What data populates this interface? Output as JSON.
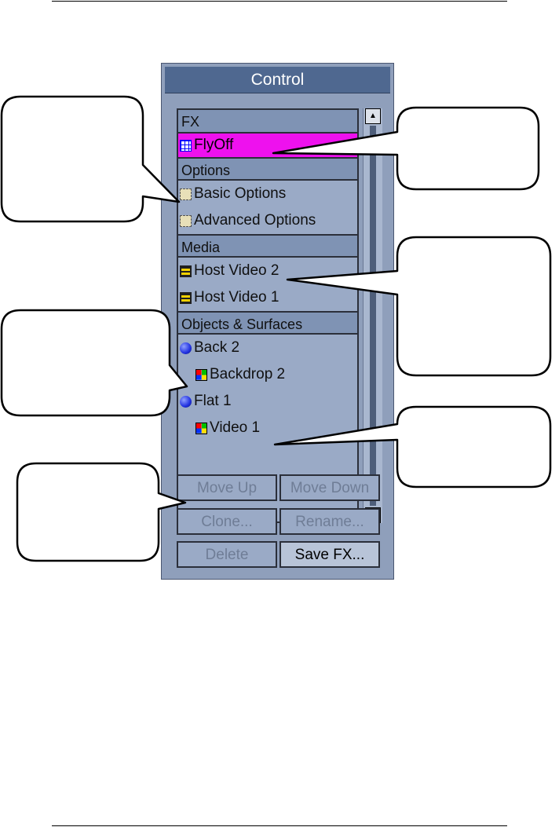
{
  "panel": {
    "title": "Control"
  },
  "tree": {
    "fx_header": "FX",
    "fx_item": "FlyOff",
    "options_header": "Options",
    "options_items": [
      "Basic Options",
      "Advanced Options"
    ],
    "media_header": "Media",
    "media_items": [
      "Host Video 2",
      "Host Video 1"
    ],
    "objects_header": "Objects & Surfaces",
    "objects_items": [
      {
        "label": "Back 2",
        "icon": "sphere-icon"
      },
      {
        "label": "Backdrop 2",
        "icon": "surface-icon"
      },
      {
        "label": "Flat 1",
        "icon": "sphere-icon"
      },
      {
        "label": "Video 1",
        "icon": "surface-icon"
      }
    ]
  },
  "buttons": {
    "move_up": "Move Up",
    "move_down": "Move Down",
    "clone": "Clone...",
    "rename": "Rename...",
    "delete": "Delete",
    "save_fx": "Save FX..."
  },
  "colors": {
    "selection": "#ee11ee",
    "title_bar": "#4f6890",
    "panel_bg": "#8f9fbb"
  }
}
